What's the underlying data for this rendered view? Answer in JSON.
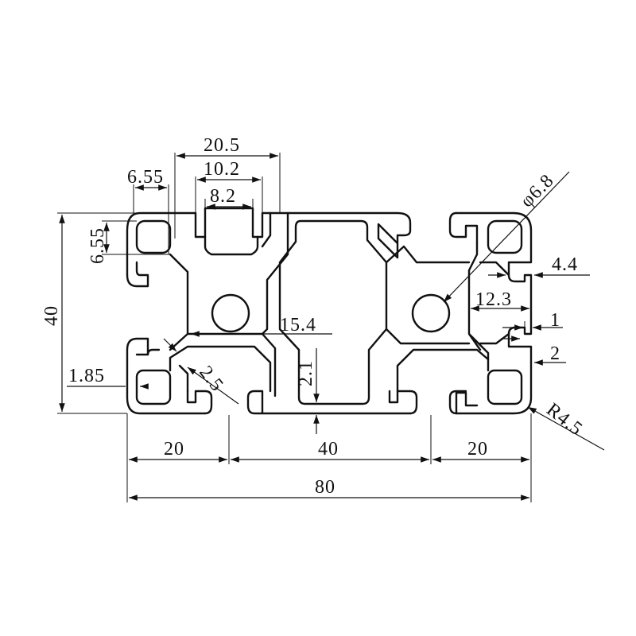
{
  "drawing": {
    "type": "aluminium-extrusion-profile-cross-section",
    "stroke_color": "#111111",
    "background": "#ffffff"
  },
  "dimensions": {
    "overall_width": "80",
    "overall_height": "40",
    "left_unit": "20",
    "middle_unit": "40",
    "right_unit": "20",
    "slot_outer_width": "20.5",
    "slot_inner_width": "10.2",
    "slot_opening": "8.2",
    "lip_width": "6.55",
    "lip_height": "6.55",
    "bore_diameter": "φ6.8",
    "slot_depth_a": "4.4",
    "slot_depth_b": "12.3",
    "wall_1": "1",
    "wall_2": "2",
    "web_thickness": "15.4",
    "chamfer": "2.5",
    "center_wall": "2.1",
    "edge_wall": "1.85",
    "corner_radius": "R4.5"
  }
}
